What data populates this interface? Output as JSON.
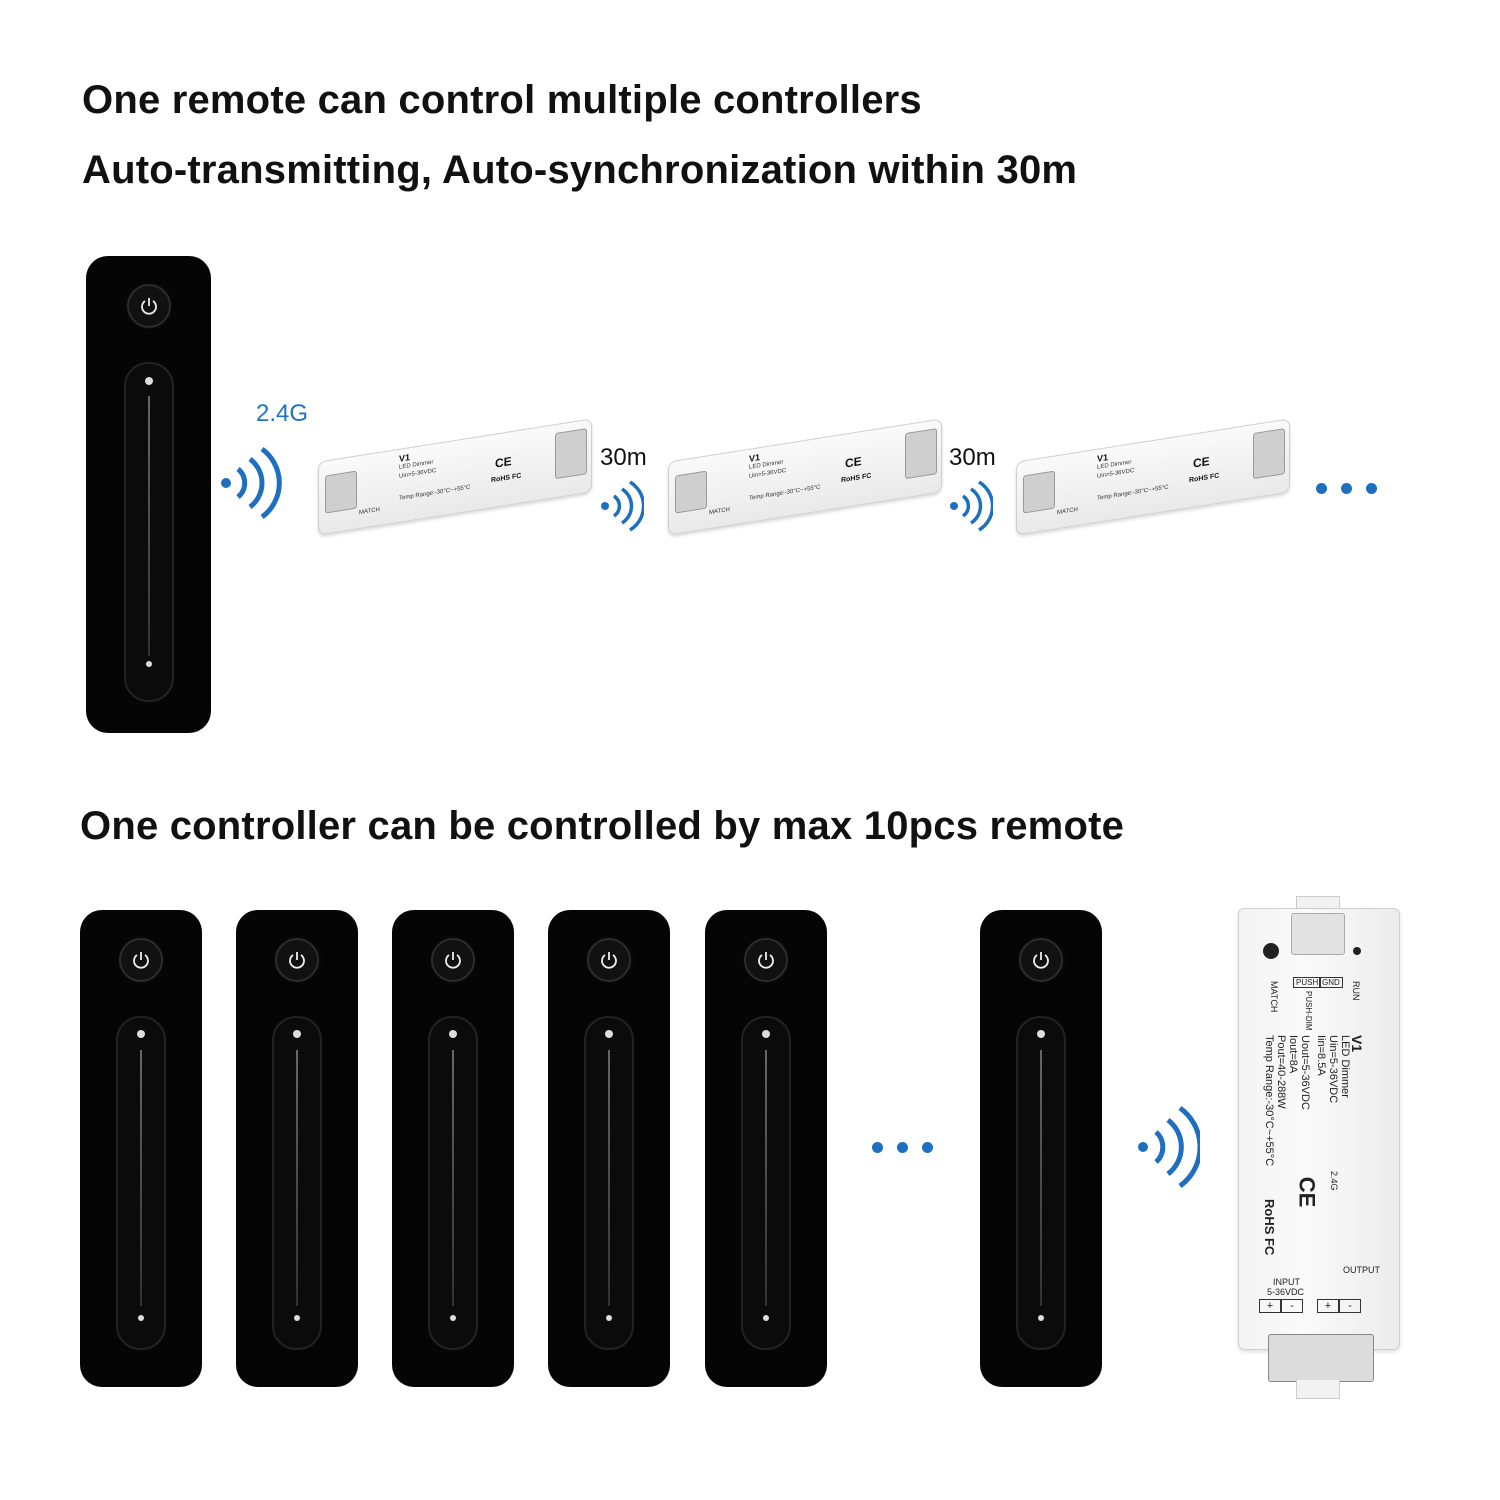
{
  "headlines": {
    "line1": "One remote can control multiple controllers",
    "line2": "Auto-transmitting, Auto-synchronization within 30m",
    "line3": "One controller can be controlled by max 10pcs remote"
  },
  "labels": {
    "frequency": "2.4G",
    "distance_1": "30m",
    "distance_2": "30m"
  },
  "controller_label": {
    "model": "V1",
    "name": "LED Dimmer",
    "uin": "Uin=5-36VDC",
    "iin": "Iin=8.5A",
    "uout": "Uout=5-36VDC",
    "iout": "Iout=8A",
    "pout": "Pout=40-288W",
    "temp": "Temp Range:-30°C~+55°C",
    "ce": "CE",
    "rohs": "RoHS FC",
    "run": "RUN",
    "match": "MATCH",
    "push_dim": "PUSH-DIM",
    "push": "PUSH",
    "gnd": "GND",
    "freq": "2.4G",
    "input": "INPUT",
    "input_range": "5-36VDC",
    "output": "OUTPUT",
    "plus": "+",
    "minus": "-"
  },
  "colors": {
    "accent": "#1e6fbf",
    "remote": "#050505",
    "controller": "#f3f3f3"
  },
  "icons": [
    "power-icon",
    "signal-waves-icon",
    "ellipsis-dots"
  ]
}
